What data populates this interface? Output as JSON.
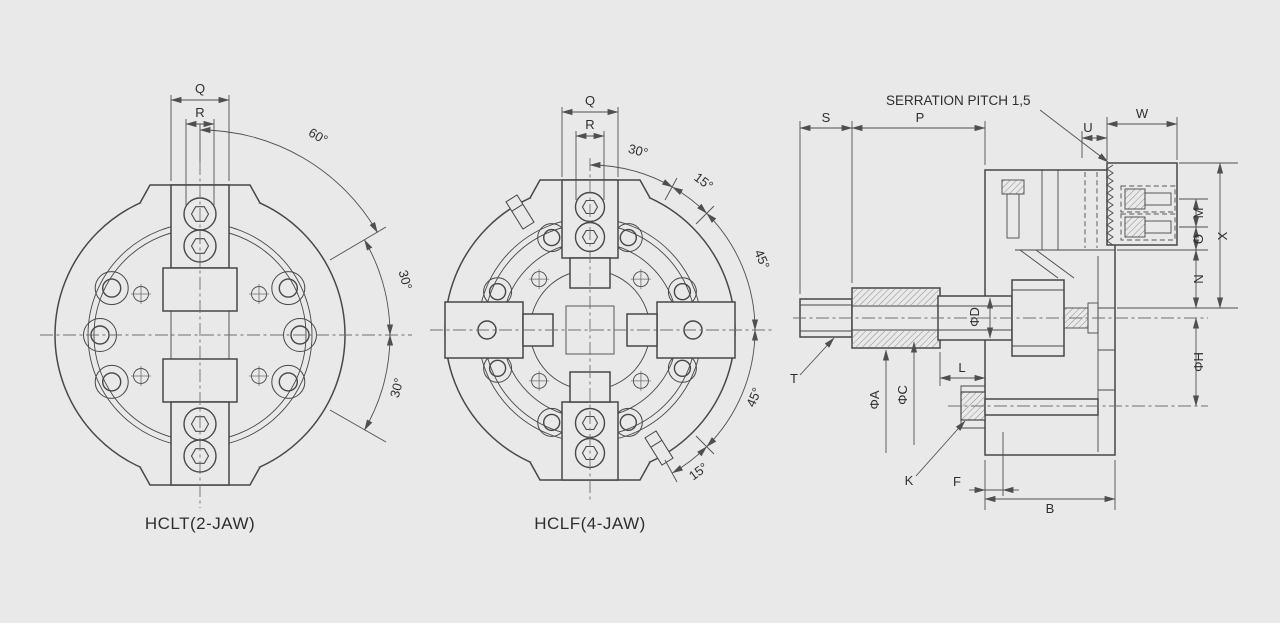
{
  "colors": {
    "background": "#e9e9e9",
    "line": "#474747",
    "text": "#2e2e2e"
  },
  "views": {
    "two_jaw": {
      "caption": "HCLT(2-JAW)",
      "dim_q": "Q",
      "dim_r": "R",
      "angle_60": "60°",
      "angle_30_upper": "30°",
      "angle_30_lower": "30°"
    },
    "four_jaw": {
      "caption": "HCLF(4-JAW)",
      "dim_q": "Q",
      "dim_r": "R",
      "angle_30": "30°",
      "angle_15_upper": "15°",
      "angle_45_upper": "45°",
      "angle_45_lower": "45°",
      "angle_15_lower": "15°"
    },
    "section": {
      "serration_note": "SERRATION PITCH 1,5",
      "dim_s": "S",
      "dim_p": "P",
      "dim_u": "U",
      "dim_w": "W",
      "dim_m": "M",
      "dim_o": "O",
      "dim_x": "X",
      "dim_n": "N",
      "dim_phi_d": "ΦD",
      "dim_phi_a": "ΦA",
      "dim_phi_c": "ΦC",
      "dim_phi_h": "ΦH",
      "dim_t": "T",
      "dim_l": "L",
      "dim_k": "K",
      "dim_f": "F",
      "dim_b": "B"
    }
  }
}
